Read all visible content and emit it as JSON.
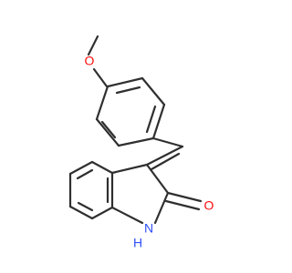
{
  "atoms": {
    "oxygen_methoxy": {
      "label": "O",
      "color": "#ff0d0d"
    },
    "oxygen_carbonyl": {
      "label": "O",
      "color": "#ff0d0d"
    },
    "nitrogen": {
      "label": "N",
      "color": "#3050f8"
    },
    "hydrogen": {
      "label": "H",
      "color": "#3050f8"
    }
  },
  "colors": {
    "bond": "#2f2f2f",
    "background": "#ffffff"
  }
}
